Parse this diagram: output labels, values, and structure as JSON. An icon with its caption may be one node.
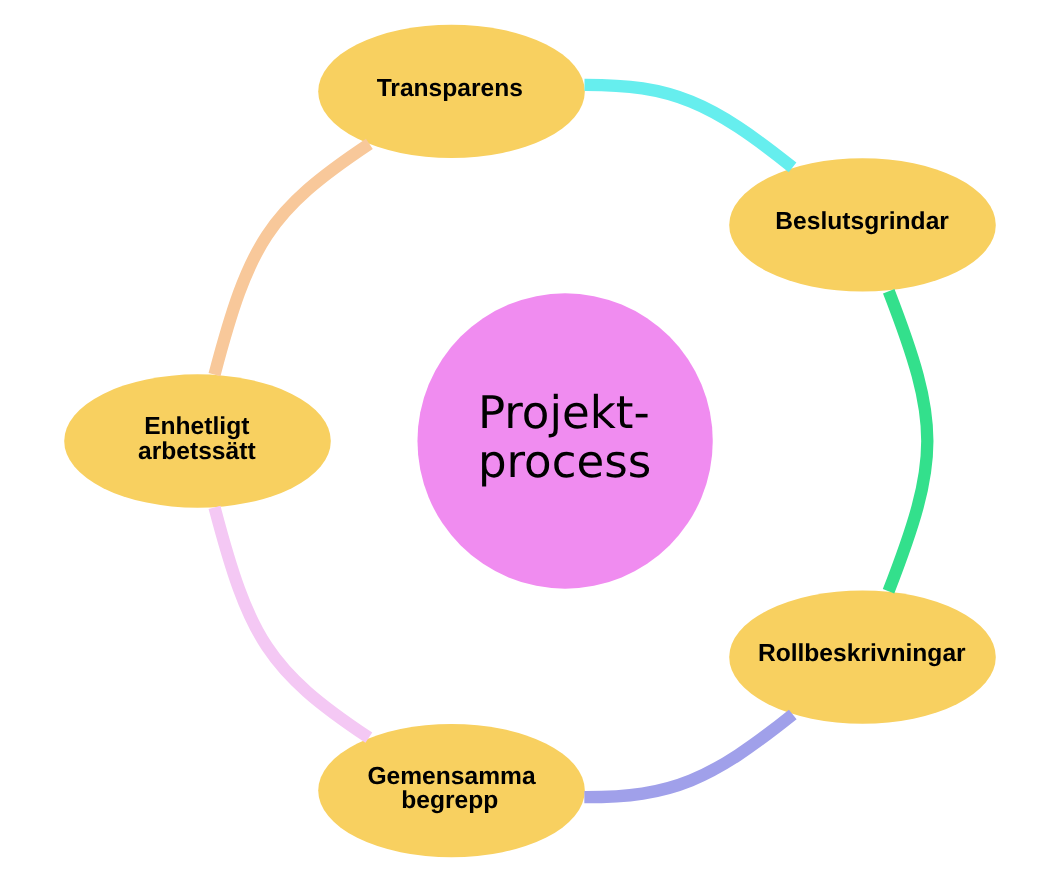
{
  "diagram": {
    "nodes": [
      {
        "text": [
          "Projekt- process"
        ]
      },
      {
        "text": [
          "Beslutsgrindar"
        ]
      },
      {
        "text": [
          "Transparens"
        ]
      },
      {
        "text": [
          "Enhetligt arbetssätt"
        ]
      },
      {
        "text": [
          "Gemensamma begrepp"
        ]
      },
      {
        "text": [
          "Rollbeskrivningar"
        ]
      }
    ],
    "edges": [
      {
        "from": 1,
        "to": 2,
        "arrow": "none",
        "color": "#66eeee"
      },
      {
        "from": 2,
        "to": 3,
        "arrow": "none",
        "color": "#f8c89a"
      },
      {
        "from": 3,
        "to": 4,
        "arrow": "none",
        "color": "#f4c8f4"
      },
      {
        "from": 4,
        "to": 5,
        "arrow": "none",
        "color": "#a0a0ea"
      },
      {
        "from": 5,
        "to": 1,
        "arrow": "none",
        "color": "#33e08c"
      }
    ]
  }
}
